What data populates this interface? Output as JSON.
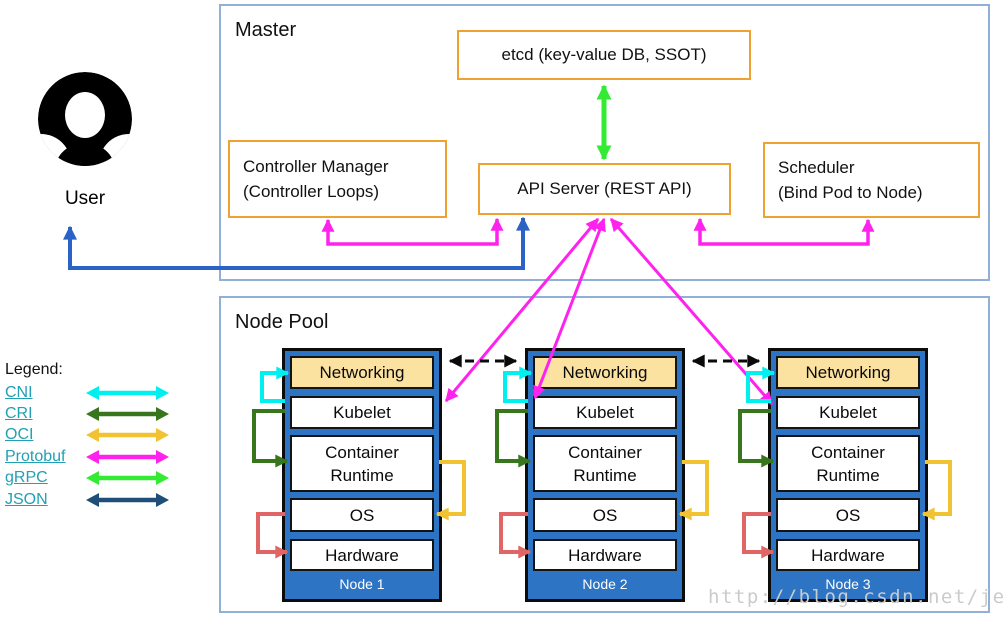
{
  "user": {
    "label": "User"
  },
  "master": {
    "title": "Master",
    "etcd_label": "etcd (key-value DB, SSOT)",
    "api_server_label": "API Server (REST API)",
    "controller_manager": {
      "line1": "Controller Manager",
      "line2": "(Controller Loops)"
    },
    "scheduler": {
      "line1": "Scheduler",
      "line2": "(Bind Pod to Node)"
    }
  },
  "node_pool": {
    "title": "Node Pool",
    "nodes": [
      {
        "name": "Node 1",
        "layers": {
          "networking": "Networking",
          "kubelet": "Kubelet",
          "runtime_line1": "Container",
          "runtime_line2": "Runtime",
          "os": "OS",
          "hardware": "Hardware"
        }
      },
      {
        "name": "Node 2",
        "layers": {
          "networking": "Networking",
          "kubelet": "Kubelet",
          "runtime_line1": "Container",
          "runtime_line2": "Runtime",
          "os": "OS",
          "hardware": "Hardware"
        }
      },
      {
        "name": "Node 3",
        "layers": {
          "networking": "Networking",
          "kubelet": "Kubelet",
          "runtime_line1": "Container",
          "runtime_line2": "Runtime",
          "os": "OS",
          "hardware": "Hardware"
        }
      }
    ]
  },
  "legend": {
    "title": "Legend:",
    "items": [
      {
        "label": "CNI",
        "color": "#00efef"
      },
      {
        "label": "CRI",
        "color": "#38761d"
      },
      {
        "label": "OCI",
        "color": "#f1c232"
      },
      {
        "label": "Protobuf",
        "color": "#ff22ee"
      },
      {
        "label": "gRPC",
        "color": "#33eb33"
      },
      {
        "label": "JSON",
        "color": "#1f4e79"
      }
    ]
  },
  "colors": {
    "cni_cyan": "#00efef",
    "cri_green": "#38761d",
    "oci_yellow": "#f1c232",
    "protobuf_magenta": "#ff22ee",
    "grpc_lime": "#33eb33",
    "json_navy": "#1f4e79",
    "os_hardware_salmon": "#e06666",
    "user_link_blue": "#2a62c6",
    "node_to_node_black": "#0a0a0a",
    "orange_box_border": "#f0a132",
    "container_border": "#92afd7",
    "node_fill": "#2e74c4",
    "networking_fill": "#fce2a0",
    "legend_link_teal": "#21a0b5",
    "watermark_gray": "#cbcbcb"
  },
  "watermark": "http://blog.csdn.net/jettery"
}
